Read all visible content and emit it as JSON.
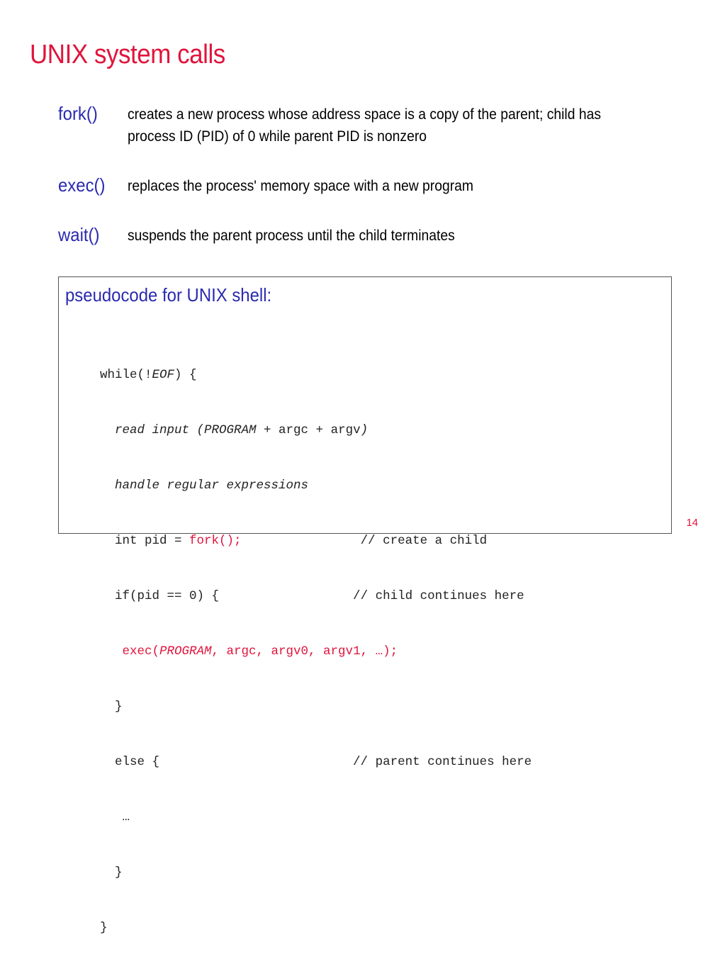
{
  "title": "UNIX system calls",
  "calls": [
    {
      "name": "fork()",
      "desc": "creates a new process whose address space is a copy of the parent; child has process ID (PID) of 0 while parent PID is nonzero"
    },
    {
      "name": "exec()",
      "desc": "replaces the process' memory space with a new program"
    },
    {
      "name": "wait()",
      "desc": "suspends the parent process until the child terminates"
    }
  ],
  "code_box": {
    "title": "pseudocode for UNIX shell:",
    "lines": {
      "l1_a": "while(!",
      "l1_b": "EOF",
      "l1_c": ") {",
      "l2_a": "  read input (PROGRAM",
      "l2_b": " + argc + argv",
      "l2_c": ")",
      "l3": "  handle regular expressions",
      "l4_a": "  int pid = ",
      "l4_b": "fork();",
      "l4_c": "                // create a child",
      "l5_a": "  if(pid == 0) {",
      "l5_b": "                  // child continues here",
      "l6_a": "   exec(",
      "l6_b": "PROGRAM",
      "l6_c": ", argc, argv0, argv1, …);",
      "l7": "  }",
      "l8_a": "  else {",
      "l8_b": "                          // parent continues here",
      "l9": "   …",
      "l10": "  }",
      "l11": "}"
    }
  },
  "page_number": "14"
}
